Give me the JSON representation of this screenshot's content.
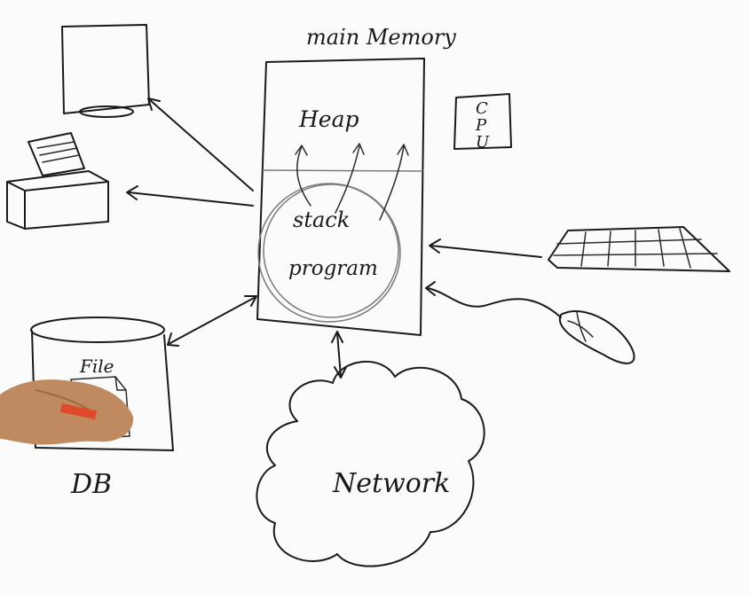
{
  "labels": {
    "main_memory": "main Memory",
    "heap": "Heap",
    "stack": "stack",
    "program": "program",
    "cpu_c": "C",
    "cpu_p": "P",
    "cpu_u": "U",
    "file": "File",
    "db": "DB",
    "network": "Network"
  },
  "colors": {
    "ink": "#1a1a1a",
    "board": "#fbfbfb",
    "skin": "#c08a60",
    "marker_cap": "#e04a2a"
  }
}
